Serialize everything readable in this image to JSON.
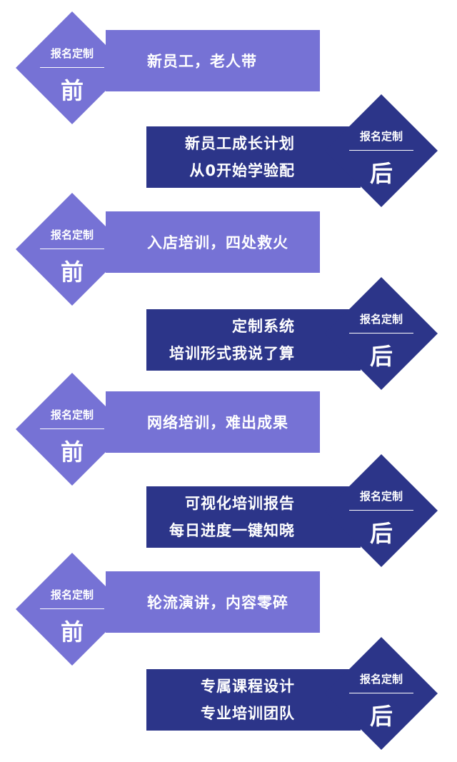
{
  "colors": {
    "before": "#7672d5",
    "after": "#2c3589",
    "background": "#ffffff"
  },
  "badge_label": "报名定制",
  "before_char": "前",
  "after_char": "后",
  "pairs": [
    {
      "before": "新员工，老人带",
      "after_line1": "新员工成长计划",
      "after_line2": "从0开始学验配"
    },
    {
      "before": "入店培训，四处救火",
      "after_line1": "定制系统",
      "after_line2": "培训形式我说了算"
    },
    {
      "before": "网络培训，难出成果",
      "after_line1": "可视化培训报告",
      "after_line2": "每日进度一键知晓"
    },
    {
      "before": "轮流演讲，内容零碎",
      "after_line1": "专属课程设计",
      "after_line2": "专业培训团队"
    }
  ]
}
